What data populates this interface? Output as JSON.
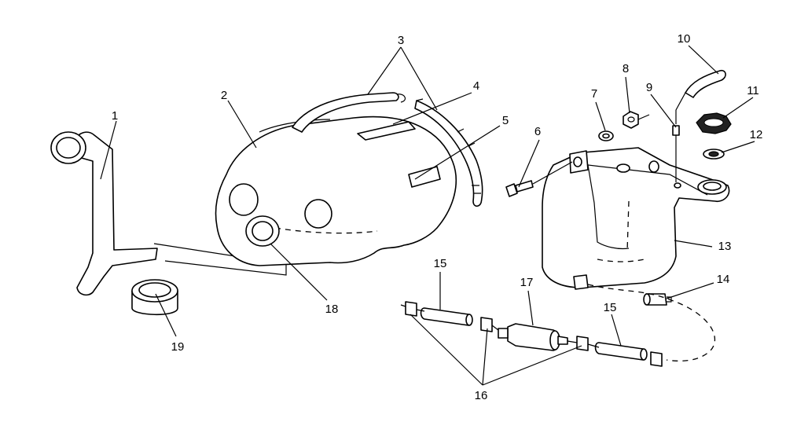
{
  "parts": [
    {
      "id": "1",
      "label": "1"
    },
    {
      "id": "2",
      "label": "2"
    },
    {
      "id": "3",
      "label": "3"
    },
    {
      "id": "4",
      "label": "4"
    },
    {
      "id": "5",
      "label": "5"
    },
    {
      "id": "6",
      "label": "6"
    },
    {
      "id": "7",
      "label": "7"
    },
    {
      "id": "8",
      "label": "8"
    },
    {
      "id": "9",
      "label": "9"
    },
    {
      "id": "10",
      "label": "10"
    },
    {
      "id": "11",
      "label": "11"
    },
    {
      "id": "12",
      "label": "12"
    },
    {
      "id": "13",
      "label": "13"
    },
    {
      "id": "14",
      "label": "14"
    },
    {
      "id": "15a",
      "label": "15"
    },
    {
      "id": "15b",
      "label": "15"
    },
    {
      "id": "16",
      "label": "16"
    },
    {
      "id": "17",
      "label": "17"
    },
    {
      "id": "18",
      "label": "18"
    },
    {
      "id": "19",
      "label": "19"
    }
  ],
  "colors": {
    "line": "#000000",
    "background": "#ffffff"
  }
}
